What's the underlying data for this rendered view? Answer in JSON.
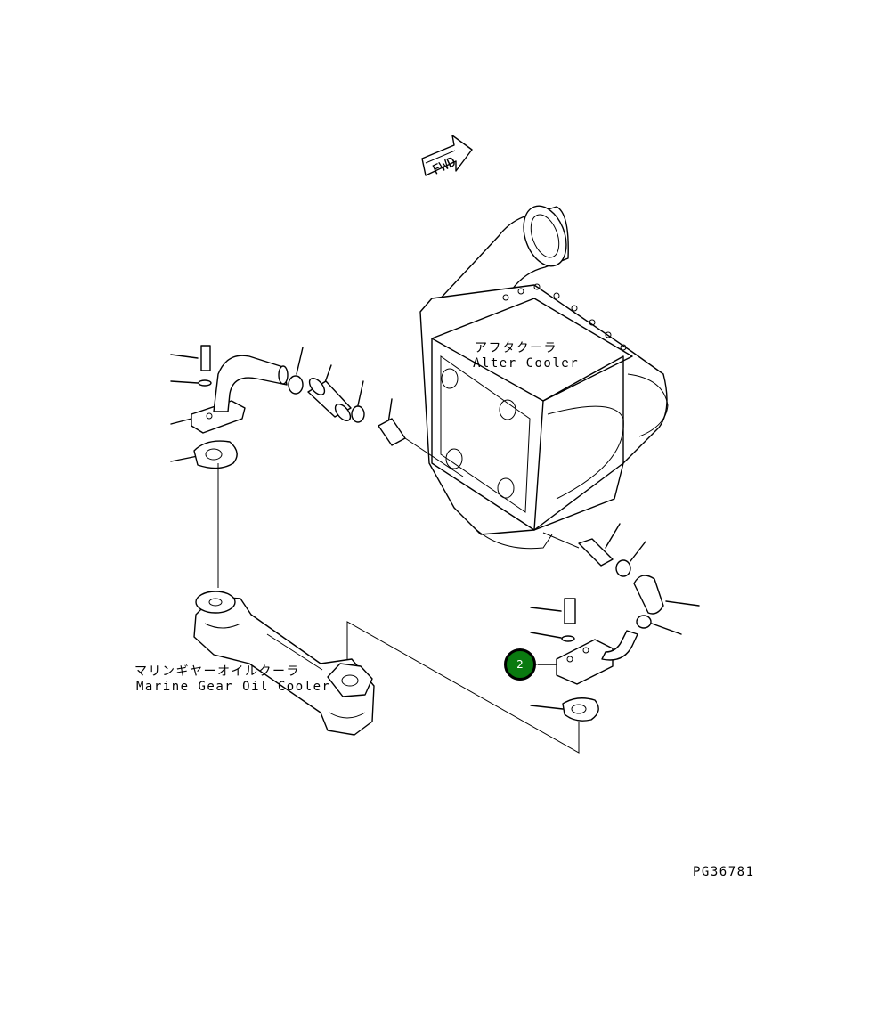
{
  "labels": {
    "aftercooler_jp": "アフタクーラ",
    "aftercooler_en": "Alter Cooler",
    "marine_cooler_jp": "マリンギヤーオイルクーラ",
    "marine_cooler_en": "Marine Gear Oil Cooler",
    "fwd": "FWD",
    "drawing_number": "PG36781"
  },
  "callouts": [
    {
      "number": "2",
      "color": "#0a7a10"
    }
  ],
  "colors": {
    "line": "#000000",
    "background": "#ffffff",
    "callout_fill": "#0a7a10"
  }
}
